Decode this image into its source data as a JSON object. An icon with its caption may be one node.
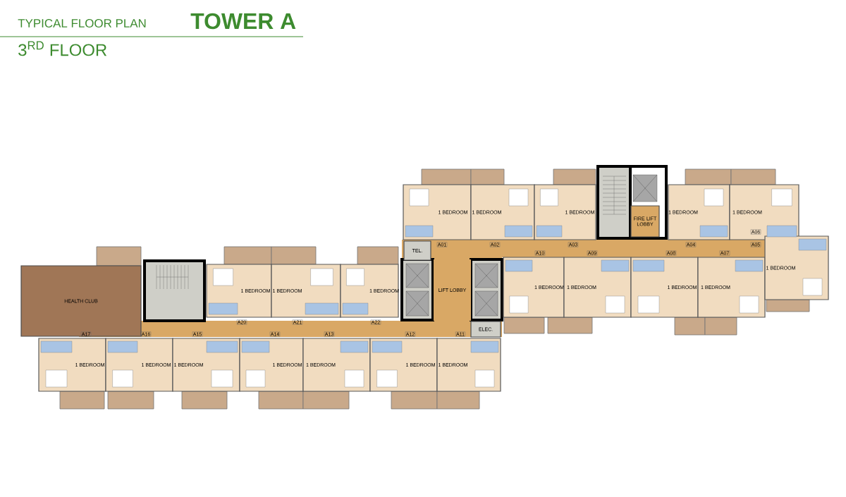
{
  "diagram": {
    "title": "TYPICAL FLOOR PLAN",
    "nodes": [
      {
        "text": [
          "1 BEDROOM"
        ],
        "beside": [
          "A01"
        ]
      },
      {
        "text": [
          "1 BEDROOM"
        ],
        "beside": [
          "A02"
        ]
      },
      {
        "text": [
          "1 BEDROOM"
        ],
        "beside": [
          "A03"
        ]
      },
      {
        "text": [
          "1 BEDROOM"
        ],
        "beside": [
          "A04"
        ]
      },
      {
        "text": [
          "1 BEDROOM"
        ],
        "beside": [
          "A05"
        ]
      },
      {
        "text": [
          "FIRE LIFT LOBBY"
        ]
      },
      {
        "text": [
          "TEL."
        ]
      },
      {
        "text": [
          "1 BEDROOM"
        ],
        "beside": [
          "A20"
        ]
      },
      {
        "text": [
          "1 BEDROOM"
        ],
        "beside": [
          "A21"
        ]
      },
      {
        "text": [
          "1 BEDROOM"
        ],
        "beside": [
          "A22"
        ]
      },
      {
        "text": [
          "HEALTH CLUB"
        ]
      },
      {
        "text": [
          "LIFT LOBBY"
        ]
      },
      {
        "text": [
          "1 BEDROOM"
        ],
        "beside": [
          "A10"
        ]
      },
      {
        "text": [
          "1 BEDROOM"
        ],
        "beside": [
          "A09"
        ]
      },
      {
        "text": [
          "1 BEDROOM"
        ],
        "beside": [
          "A08"
        ]
      },
      {
        "text": [
          "1 BEDROOM"
        ],
        "beside": [
          "A07"
        ]
      },
      {
        "text": [
          "1 BEDROOM"
        ],
        "beside": [
          "A06"
        ]
      },
      {
        "text": [
          "ELEC."
        ]
      },
      {
        "text": [
          "1 BEDROOM"
        ],
        "beside": [
          "A17"
        ]
      },
      {
        "text": [
          "1 BEDROOM"
        ],
        "beside": [
          "A16"
        ]
      },
      {
        "text": [
          "1 BEDROOM"
        ],
        "beside": [
          "A15"
        ]
      },
      {
        "text": [
          "1 BEDROOM"
        ],
        "beside": [
          "A14"
        ]
      },
      {
        "text": [
          "1 BEDROOM"
        ],
        "beside": [
          "A13"
        ]
      },
      {
        "text": [
          "1 BEDROOM"
        ],
        "beside": [
          "A12"
        ]
      },
      {
        "text": [
          "1 BEDROOM"
        ],
        "beside": [
          "A11"
        ]
      }
    ],
    "labels": [
      "TOWER A",
      "3$^{RD}$ FLOOR"
    ]
  }
}
